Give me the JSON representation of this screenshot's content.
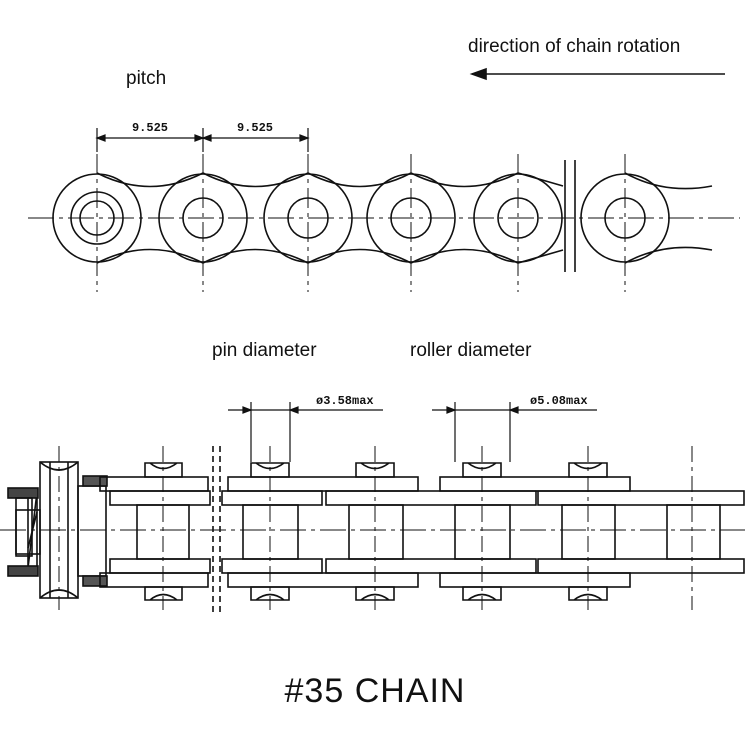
{
  "labels": {
    "direction": "direction  of chain rotation",
    "pitch": "pitch",
    "pin_diameter": "pin diameter",
    "roller_diameter": "roller diameter"
  },
  "dimensions": {
    "pitch_1": "9.525",
    "pitch_2": "9.525",
    "pin_dia": "ø3.58max",
    "roller_dia": "ø5.08max"
  },
  "title": "#35 CHAIN",
  "colors": {
    "line": "#111111",
    "background": "#ffffff"
  }
}
